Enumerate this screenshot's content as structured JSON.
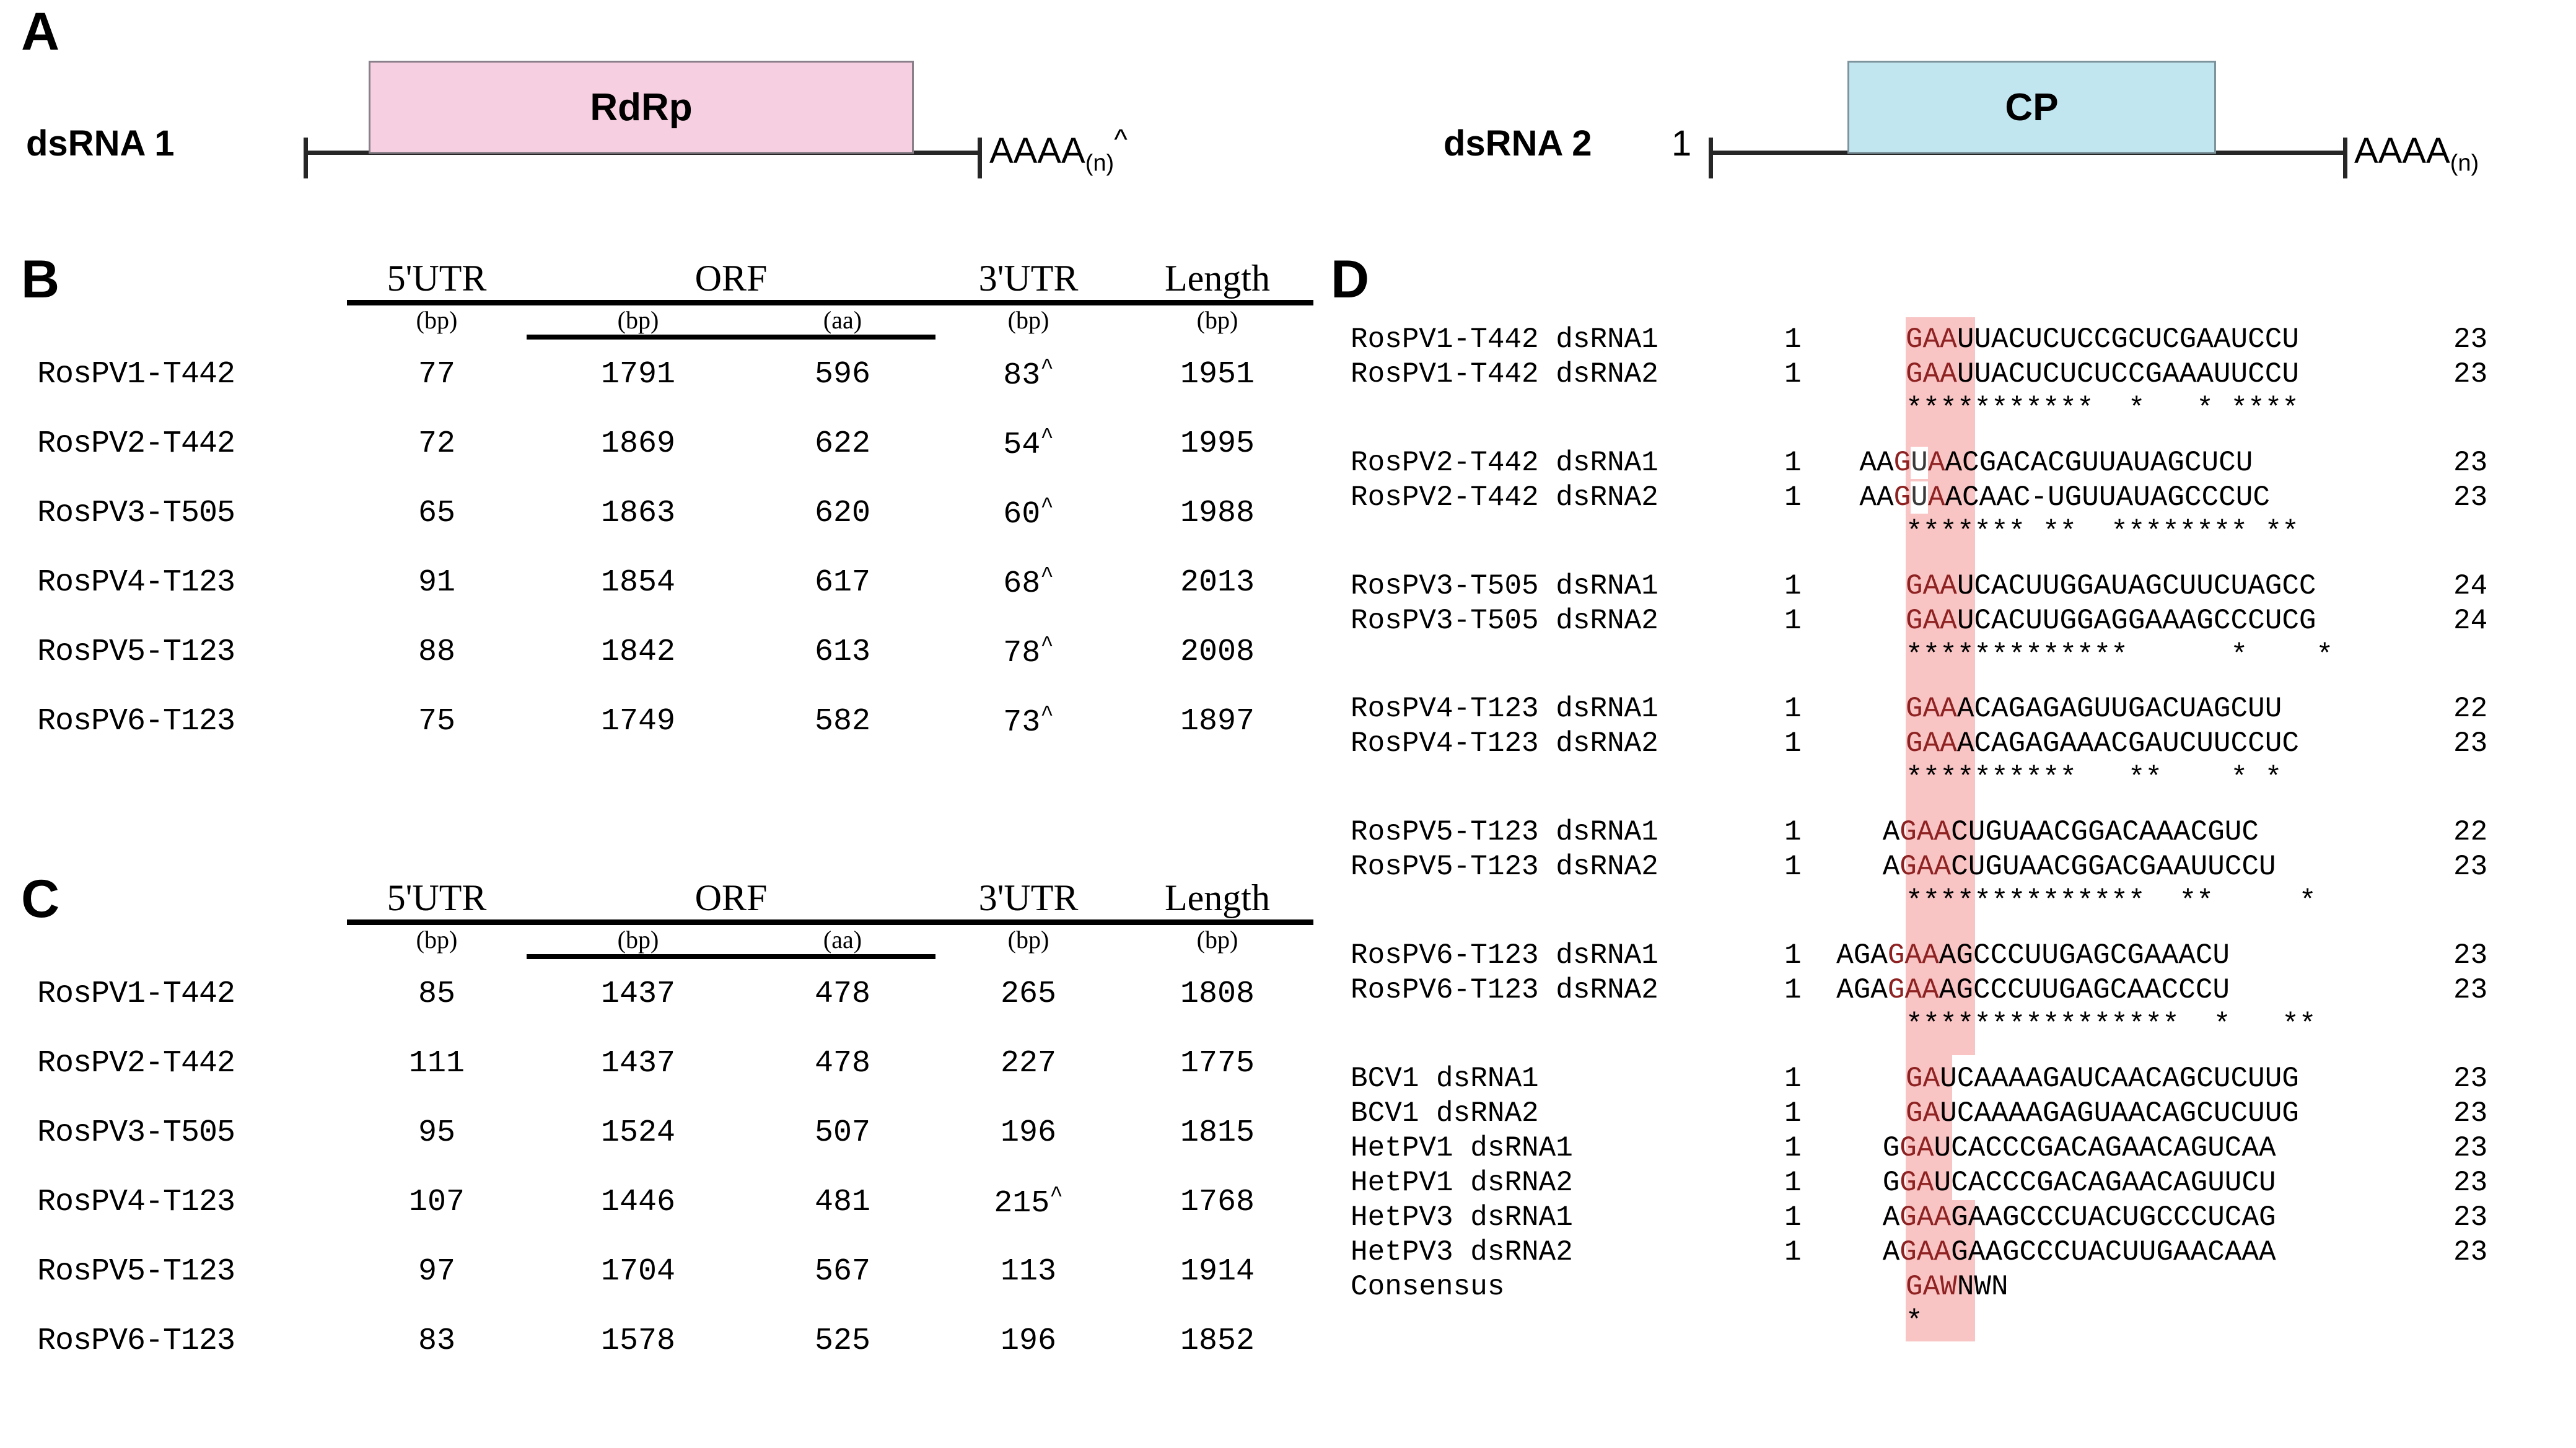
{
  "figure": {
    "panels": [
      "A",
      "B",
      "C",
      "D"
    ]
  },
  "panelA": {
    "letter": "A",
    "segments": [
      {
        "label": "dsRNA 1",
        "start_label": "",
        "orf_name": "RdRp",
        "orf_color": "#f6cfe0",
        "tail_label": "AAAA",
        "tail_sub": "(n)",
        "tail_caret": "^"
      },
      {
        "label": "dsRNA 2",
        "start_label": "1",
        "orf_name": "CP",
        "orf_color": "#c2e6f0",
        "tail_label": "AAAA",
        "tail_sub": "(n)",
        "tail_caret": ""
      }
    ]
  },
  "panelB": {
    "letter": "B",
    "headers": [
      "5'UTR",
      "ORF",
      "3'UTR",
      "Length"
    ],
    "units": [
      "(bp)",
      "(bp)",
      "(aa)",
      "(bp)",
      "(bp)"
    ],
    "rows": [
      {
        "name": "RosPV1-T442",
        "utr5": "77",
        "orf_bp": "1791",
        "orf_aa": "596",
        "utr3": "83",
        "utr3_caret": "^",
        "length": "1951"
      },
      {
        "name": "RosPV2-T442",
        "utr5": "72",
        "orf_bp": "1869",
        "orf_aa": "622",
        "utr3": "54",
        "utr3_caret": "^",
        "length": "1995"
      },
      {
        "name": "RosPV3-T505",
        "utr5": "65",
        "orf_bp": "1863",
        "orf_aa": "620",
        "utr3": "60",
        "utr3_caret": "^",
        "length": "1988"
      },
      {
        "name": "RosPV4-T123",
        "utr5": "91",
        "orf_bp": "1854",
        "orf_aa": "617",
        "utr3": "68",
        "utr3_caret": "^",
        "length": "2013"
      },
      {
        "name": "RosPV5-T123",
        "utr5": "88",
        "orf_bp": "1842",
        "orf_aa": "613",
        "utr3": "78",
        "utr3_caret": "^",
        "length": "2008"
      },
      {
        "name": "RosPV6-T123",
        "utr5": "75",
        "orf_bp": "1749",
        "orf_aa": "582",
        "utr3": "73",
        "utr3_caret": "^",
        "length": "1897"
      }
    ]
  },
  "panelC": {
    "letter": "C",
    "headers": [
      "5'UTR",
      "ORF",
      "3'UTR",
      "Length"
    ],
    "units": [
      "(bp)",
      "(bp)",
      "(aa)",
      "(bp)",
      "(bp)"
    ],
    "rows": [
      {
        "name": "RosPV1-T442",
        "utr5": "85",
        "orf_bp": "1437",
        "orf_aa": "478",
        "utr3": "265",
        "utr3_caret": "",
        "length": "1808"
      },
      {
        "name": "RosPV2-T442",
        "utr5": "111",
        "orf_bp": "1437",
        "orf_aa": "478",
        "utr3": "227",
        "utr3_caret": "",
        "length": "1775"
      },
      {
        "name": "RosPV3-T505",
        "utr5": "95",
        "orf_bp": "1524",
        "orf_aa": "507",
        "utr3": "196",
        "utr3_caret": "",
        "length": "1815"
      },
      {
        "name": "RosPV4-T123",
        "utr5": "107",
        "orf_bp": "1446",
        "orf_aa": "481",
        "utr3": "215",
        "utr3_caret": "^",
        "length": "1768"
      },
      {
        "name": "RosPV5-T123",
        "utr5": "97",
        "orf_bp": "1704",
        "orf_aa": "567",
        "utr3": "113",
        "utr3_caret": "",
        "length": "1914"
      },
      {
        "name": "RosPV6-T123",
        "utr5": "83",
        "orf_bp": "1578",
        "orf_aa": "525",
        "utr3": "196",
        "utr3_caret": "",
        "length": "1852"
      }
    ]
  },
  "panelD": {
    "letter": "D",
    "highlight_color": "#f9c4c4",
    "highlight_text_color": "#8e2222",
    "lines": [
      {
        "kind": "seq",
        "name": "RosPV1-T442 dsRNA1",
        "start": "1",
        "pre": "",
        "hl": "GAA",
        "post": "UUACUCUCCGCUCGAAUCCU",
        "end": "23"
      },
      {
        "kind": "seq",
        "name": "RosPV1-T442 dsRNA2",
        "start": "1",
        "pre": "",
        "hl": "GAA",
        "post": "UUACUCUCUCCGAAAUUCCU",
        "end": "23"
      },
      {
        "kind": "stars",
        "stars": "***********  *   * ****"
      },
      {
        "kind": "gap"
      },
      {
        "kind": "seq",
        "name": "RosPV2-T442 dsRNA1",
        "start": "1",
        "pre": "AA",
        "hl": "GUA",
        "post": "ACGACACGUUAUAGCUCU",
        "end": "23",
        "hl_gap_index": 1
      },
      {
        "kind": "seq",
        "name": "RosPV2-T442 dsRNA2",
        "start": "1",
        "pre": "AA",
        "hl": "GUA",
        "post": "ACAAC-UGUUAUAGCCCUC",
        "end": "23",
        "hl_gap_index": 1
      },
      {
        "kind": "stars",
        "stars": "******* **  ******** **"
      },
      {
        "kind": "gap"
      },
      {
        "kind": "seq",
        "name": "RosPV3-T505 dsRNA1",
        "start": "1",
        "pre": "",
        "hl": "GAA",
        "post": "UCACUUGGAUAGCUUCUAGCC",
        "end": "24"
      },
      {
        "kind": "seq",
        "name": "RosPV3-T505 dsRNA2",
        "start": "1",
        "pre": "",
        "hl": "GAA",
        "post": "UCACUUGGAGGAAAGCCCUCG",
        "end": "24"
      },
      {
        "kind": "stars",
        "stars": "*************      *    *"
      },
      {
        "kind": "gap"
      },
      {
        "kind": "seq",
        "name": "RosPV4-T123 dsRNA1",
        "start": "1",
        "pre": "",
        "hl": "GAA",
        "post": "ACAGAGAGUUGACUAGCUU",
        "end": "22"
      },
      {
        "kind": "seq",
        "name": "RosPV4-T123 dsRNA2",
        "start": "1",
        "pre": "",
        "hl": "GAA",
        "post": "ACAGAGAAACGAUCUUCCUC",
        "end": "23"
      },
      {
        "kind": "stars",
        "stars": "**********   **    * *"
      },
      {
        "kind": "gap"
      },
      {
        "kind": "seq",
        "name": "RosPV5-T123 dsRNA1",
        "start": "1",
        "pre": "A",
        "hl": "GAA",
        "post": "CUGUAACGGACAAACGUC",
        "end": "22"
      },
      {
        "kind": "seq",
        "name": "RosPV5-T123 dsRNA2",
        "start": "1",
        "pre": "A",
        "hl": "GAA",
        "post": "CUGUAACGGACGAAUUCCU",
        "end": "23"
      },
      {
        "kind": "stars",
        "stars": "**************  **     *"
      },
      {
        "kind": "gap"
      },
      {
        "kind": "seq",
        "name": "RosPV6-T123 dsRNA1",
        "start": "1",
        "pre": "AGA",
        "hl": "GAA",
        "post": "AGCCCUUGAGCGAAACU",
        "end": "23"
      },
      {
        "kind": "seq",
        "name": "RosPV6-T123 dsRNA2",
        "start": "1",
        "pre": "AGA",
        "hl": "GAA",
        "post": "AGCCCUUGAGCAACCCU",
        "end": "23"
      },
      {
        "kind": "stars",
        "stars": "****************  *   **"
      },
      {
        "kind": "gap"
      },
      {
        "kind": "seq",
        "name": "BCV1 dsRNA1",
        "start": "1",
        "pre": "",
        "hl": "GA",
        "post": "UCAAAAGAUCAACAGCUCUUG",
        "end": "23"
      },
      {
        "kind": "seq",
        "name": "BCV1 dsRNA2",
        "start": "1",
        "pre": "",
        "hl": "GA",
        "post": "UCAAAAGAGUAACAGCUCUUG",
        "end": "23"
      },
      {
        "kind": "seq",
        "name": "HetPV1 dsRNA1",
        "start": "1",
        "pre": "G",
        "hl": "GA",
        "post": "UCACCCGACAGAACAGUCAA",
        "end": "23"
      },
      {
        "kind": "seq",
        "name": "HetPV1 dsRNA2",
        "start": "1",
        "pre": "G",
        "hl": "GA",
        "post": "UCACCCGACAGAACAGUUCU",
        "end": "23"
      },
      {
        "kind": "seq",
        "name": "HetPV3 dsRNA1",
        "start": "1",
        "pre": "A",
        "hl": "GAA",
        "post": "GAAGCCCUACUGCCCUCAG",
        "end": "23"
      },
      {
        "kind": "seq",
        "name": "HetPV3 dsRNA2",
        "start": "1",
        "pre": "A",
        "hl": "GAA",
        "post": "GAAGCCCUACUUGAACAAA",
        "end": "23"
      },
      {
        "kind": "seq",
        "name": "Consensus",
        "start": "",
        "pre": "",
        "hl": "GAW",
        "post": "NWN",
        "end": ""
      },
      {
        "kind": "stars",
        "stars": "*",
        "in_highlight": true
      }
    ]
  }
}
